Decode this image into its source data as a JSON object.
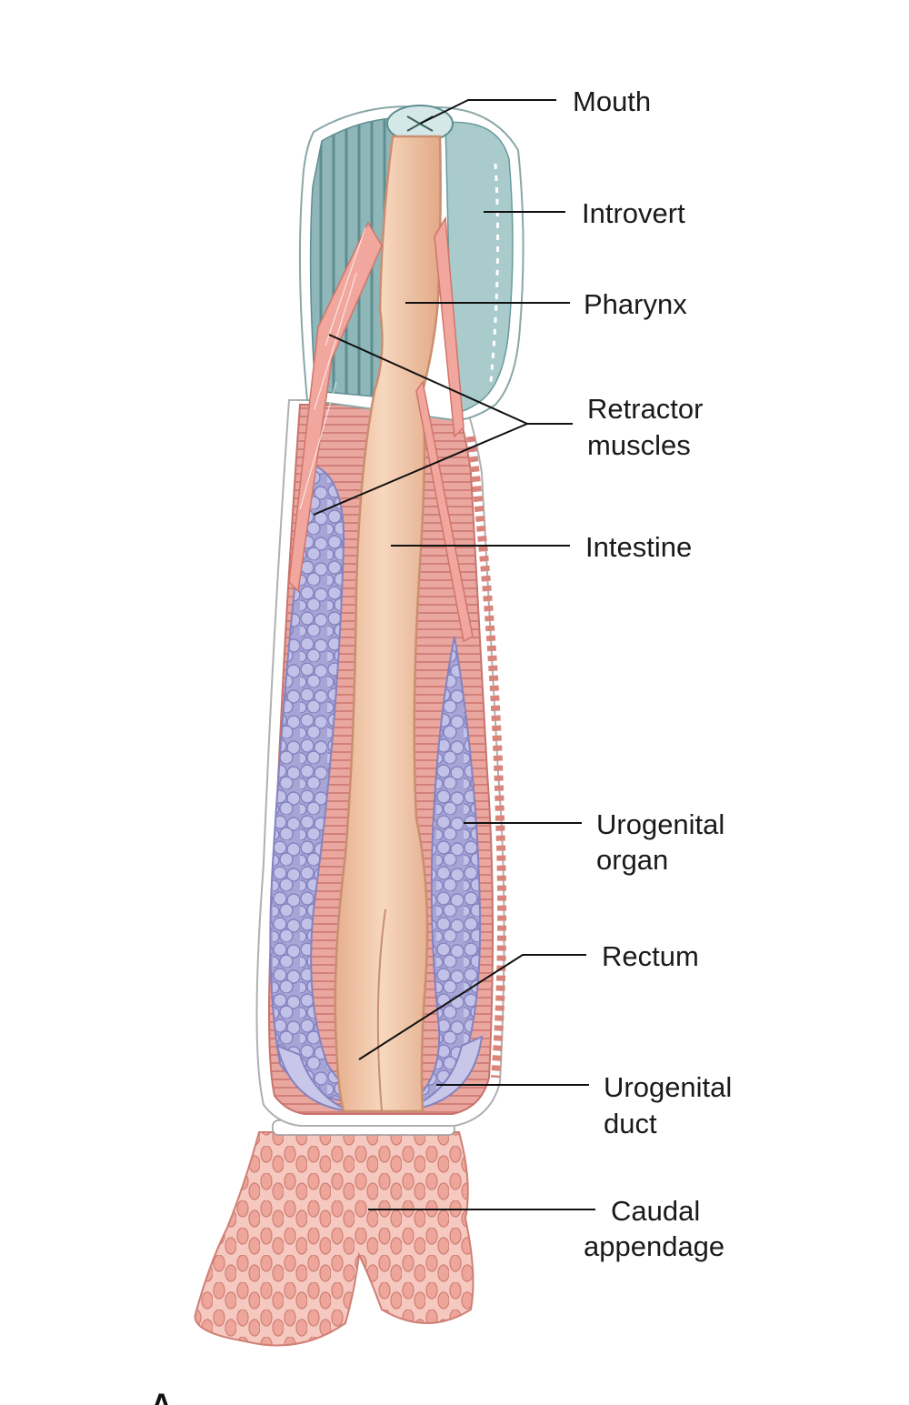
{
  "labels": {
    "mouth": "Mouth",
    "introvert": "Introvert",
    "pharynx": "Pharynx",
    "retractor_line1": "Retractor",
    "retractor_line2": "muscles",
    "intestine": "Intestine",
    "urogenital_organ_line1": "Urogenital",
    "urogenital_organ_line2": "organ",
    "rectum": "Rectum",
    "urogenital_duct_line1": "Urogenital",
    "urogenital_duct_line2": "duct",
    "caudal_line1": "Caudal",
    "caudal_line2": "appendage"
  },
  "panel_letter": "A",
  "colors": {
    "body_wall": "#e9a39c",
    "body_wall_dark": "#c9736d",
    "introvert": "#9fc3c4",
    "introvert_dark": "#5f8e91",
    "gut": "#f2c9ab",
    "gut_edge": "#c98f70",
    "urogenital": "#b9b8e0",
    "urogenital_dark": "#8583bf",
    "muscle": "#e98a80",
    "caudal": "#f0b0a5",
    "leader_line": "#111111"
  }
}
